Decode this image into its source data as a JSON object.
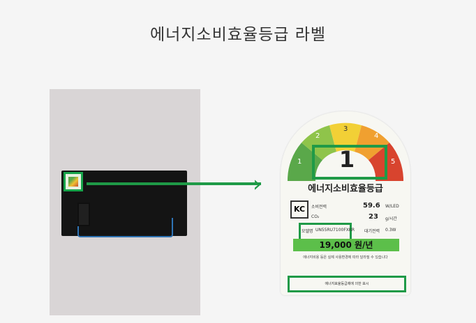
{
  "title": "에너지소비효율등급 라벨",
  "label": {
    "gauge_numbers": [
      "1",
      "2",
      "3",
      "4",
      "5"
    ],
    "grade": "1",
    "card_title": "에너지소비효율등급",
    "kc_mark": "KC",
    "power_label": "소비전력",
    "power_value": "59.6",
    "power_unit": "W/LED",
    "co2_label": "CO₂",
    "co2_value": "23",
    "co2_unit": "g/시간",
    "model_label": "모델명",
    "model_value": "UN55RU7100FXKR",
    "standby_label": "대기전력",
    "standby_value": "0.3W",
    "annual_cost": "19,000 원/년",
    "note": "에너지비용 등은 실제 사용환경에 따라 달라질 수 있습니다",
    "footer": "에너지효율등급제에 의한 표시"
  },
  "colors": {
    "accent": "#1f9a47"
  }
}
